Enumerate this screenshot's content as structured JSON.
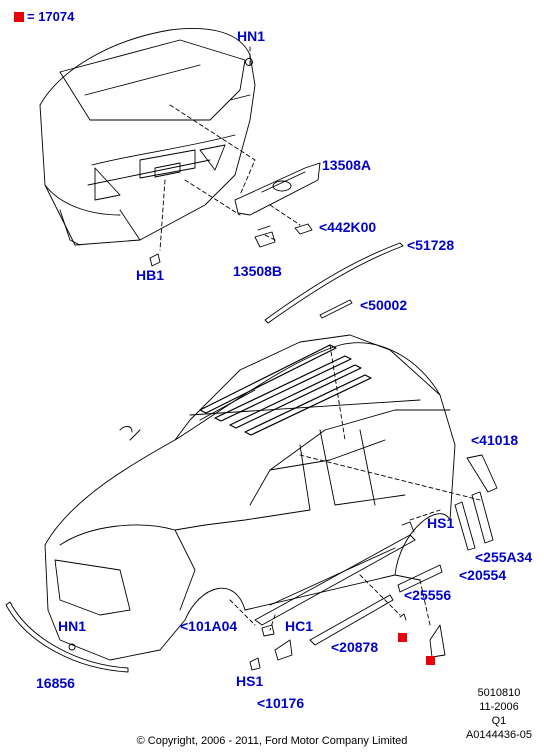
{
  "legend": {
    "marker_color": "#e8000b",
    "text": "= 17074"
  },
  "callouts": {
    "hn1_top": "HN1",
    "p13508a": "13508A",
    "p442k00": "<442K00",
    "hb1": "HB1",
    "p13508b": "13508B",
    "p51728": "<51728",
    "p50002": "<50002",
    "p41018": "<41018",
    "hs1_right": "HS1",
    "p255a34": "<255A34",
    "p20554": "<20554",
    "p25556": "<25556",
    "p101a04": "<101A04",
    "hc1": "HC1",
    "p20878": "<20878",
    "hn1_bottom": "HN1",
    "p16856": "16856",
    "hs1_bottom": "HS1",
    "p10176": "<10176"
  },
  "meta": {
    "line1": "5010810",
    "line2": "11-2006",
    "line3": "Q1",
    "line4": "A0144436-05"
  },
  "copyright": "© Copyright, 2006 - 2011, Ford Motor Company Limited",
  "colors": {
    "label": "#0000cc",
    "marker": "#e8000b",
    "line": "#000000"
  }
}
